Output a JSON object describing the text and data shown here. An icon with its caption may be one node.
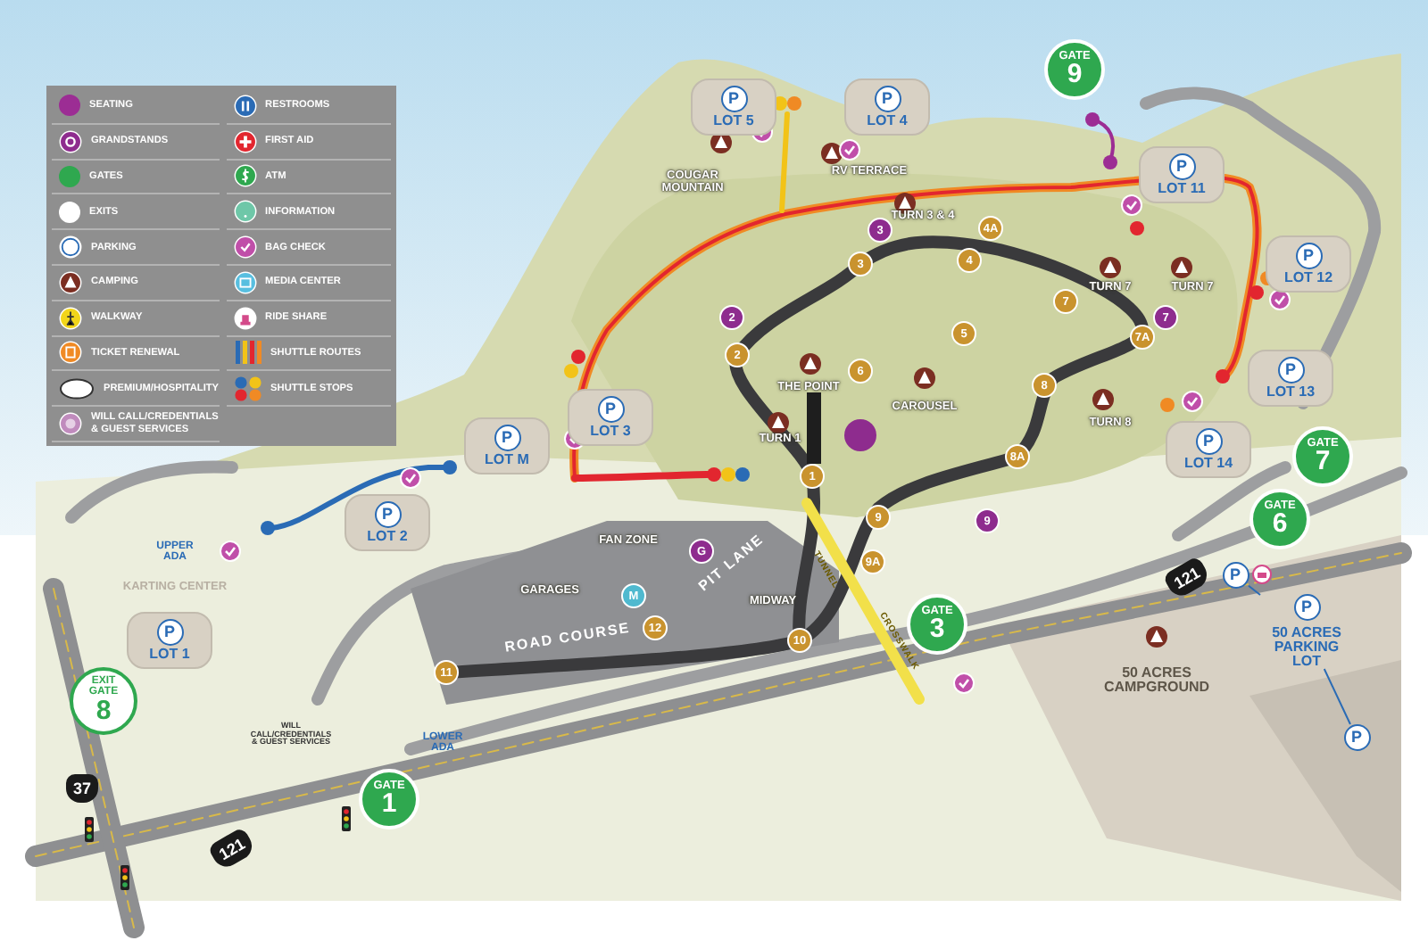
{
  "diagram": {
    "nodes": [
      {
        "text": [
          "P",
          "LOT M"
        ]
      },
      {
        "text": [
          "P",
          "LOT 3"
        ]
      },
      {
        "text": [
          "P",
          "LOT 5"
        ]
      },
      {
        "text": [
          "P",
          "LOT 4"
        ]
      },
      {
        "text": [
          "P",
          "LOT 11"
        ]
      },
      {
        "text": [
          "P",
          "LOT 12"
        ]
      },
      {
        "text": [
          "P",
          "LOT 13"
        ]
      },
      {
        "text": [
          "P",
          "LOT 14"
        ]
      },
      {
        "text": [
          "P",
          "LOT 2"
        ]
      },
      {
        "text": [
          "P",
          "LOT 1"
        ]
      },
      {
        "text": [
          "GATE",
          "9"
        ]
      },
      {
        "text": [
          "GATE",
          "7"
        ]
      },
      {
        "text": [
          "GATE",
          "6"
        ]
      },
      {
        "text": [
          "GATE",
          "3"
        ]
      },
      {
        "text": [
          "GATE",
          "1"
        ]
      },
      {
        "text": [
          "EXIT GATE",
          "8"
        ]
      },
      {
        "text": [
          "P",
          "50 ACRES PARKING LOT"
        ]
      },
      {
        "text": [
          "P"
        ]
      },
      {
        "text": [
          "P"
        ]
      }
    ],
    "edges": [
      {
        "from": 16,
        "to": 17,
        "arrow": "none"
      },
      {
        "from": 16,
        "to": 18,
        "arrow": "none"
      }
    ],
    "labels": [
      "COUGAR MOUNTAIN",
      "RV TERRACE",
      "TURN 3 & 4",
      "3",
      "4A",
      "3",
      "4",
      "2",
      "7",
      "TURN 7",
      "7",
      "TURN 7",
      "5",
      "7A",
      "2",
      "THE POINT",
      "6",
      "CAROUSEL",
      "8",
      "TURN 8",
      "TURN 1",
      "1",
      "8A",
      "FAN ZONE",
      "9",
      "9",
      "G",
      "UPPER ADA",
      "KARTING CENTER",
      "GARAGES",
      "PIT LANE",
      "9A",
      "TUNNEL",
      "M",
      "MIDWAY",
      "12",
      "ROAD COURSE",
      "10",
      "CROSSWALK",
      "11",
      "50 ACRES CAMPGROUND",
      "WILL CALL/CREDENTIALS & GUEST SERVICES",
      "LOWER ADA",
      "37",
      "121",
      "121"
    ],
    "legend": [
      {
        "text": "SEATING",
        "color": "#9c2d94"
      },
      {
        "text": "GRANDSTANDS"
      },
      {
        "text": "GATES",
        "color": "#2fa84f"
      },
      {
        "text": "EXITS",
        "color": "#ffffff"
      },
      {
        "text": "PARKING"
      },
      {
        "text": "CAMPING"
      },
      {
        "text": "WALKWAY"
      },
      {
        "text": "TICKET RENEWAL"
      },
      {
        "text": "PREMIUM/HOSPITALITY"
      },
      {
        "text": "WILL CALL/CREDENTIALS & GUEST SERVICES"
      },
      {
        "text": "RESTROOMS"
      },
      {
        "text": "FIRST AID"
      },
      {
        "text": "ATM"
      },
      {
        "text": "INFORMATION"
      },
      {
        "text": "BAG CHECK"
      },
      {
        "text": "MEDIA CENTER"
      },
      {
        "text": "RIDE SHARE"
      },
      {
        "text": "SHUTTLE ROUTES"
      },
      {
        "text": "SHUTTLE STOPS"
      }
    ]
  }
}
